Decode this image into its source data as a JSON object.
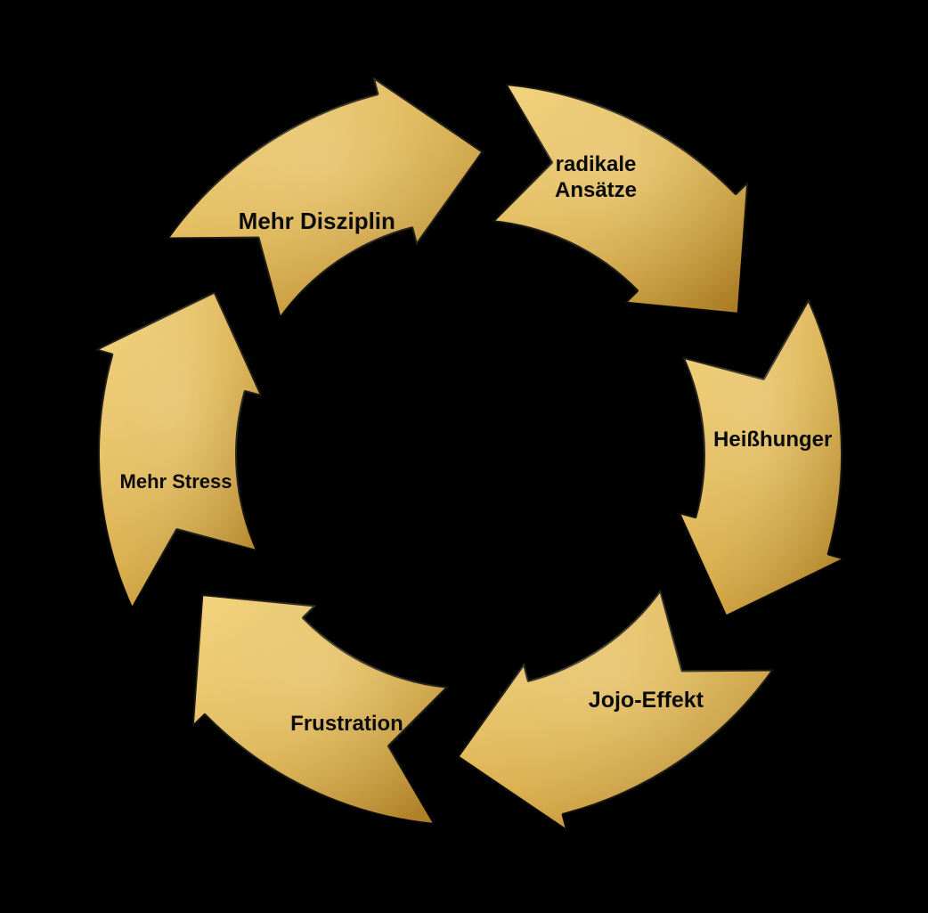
{
  "diagram": {
    "type": "cycle",
    "direction": "clockwise",
    "background_color": "#000000",
    "arrow_gradient": {
      "highlight": "#f3d27a",
      "mid": "#d9ad4a",
      "shadow": "#a87a22"
    },
    "label_color": "#0b0b0b",
    "steps": [
      {
        "label": "Mehr Disziplin",
        "lines": [
          "Mehr Disziplin"
        ]
      },
      {
        "label": "radikale Ansätze",
        "lines": [
          "radikale",
          "Ansätze"
        ]
      },
      {
        "label": "Heißhunger",
        "lines": [
          "Heißhunger"
        ]
      },
      {
        "label": "Jojo-Effekt",
        "lines": [
          "Jojo-Effekt"
        ]
      },
      {
        "label": "Frustration",
        "lines": [
          "Frustration"
        ]
      },
      {
        "label": "Mehr Stress",
        "lines": [
          "Mehr Stress"
        ]
      }
    ]
  }
}
